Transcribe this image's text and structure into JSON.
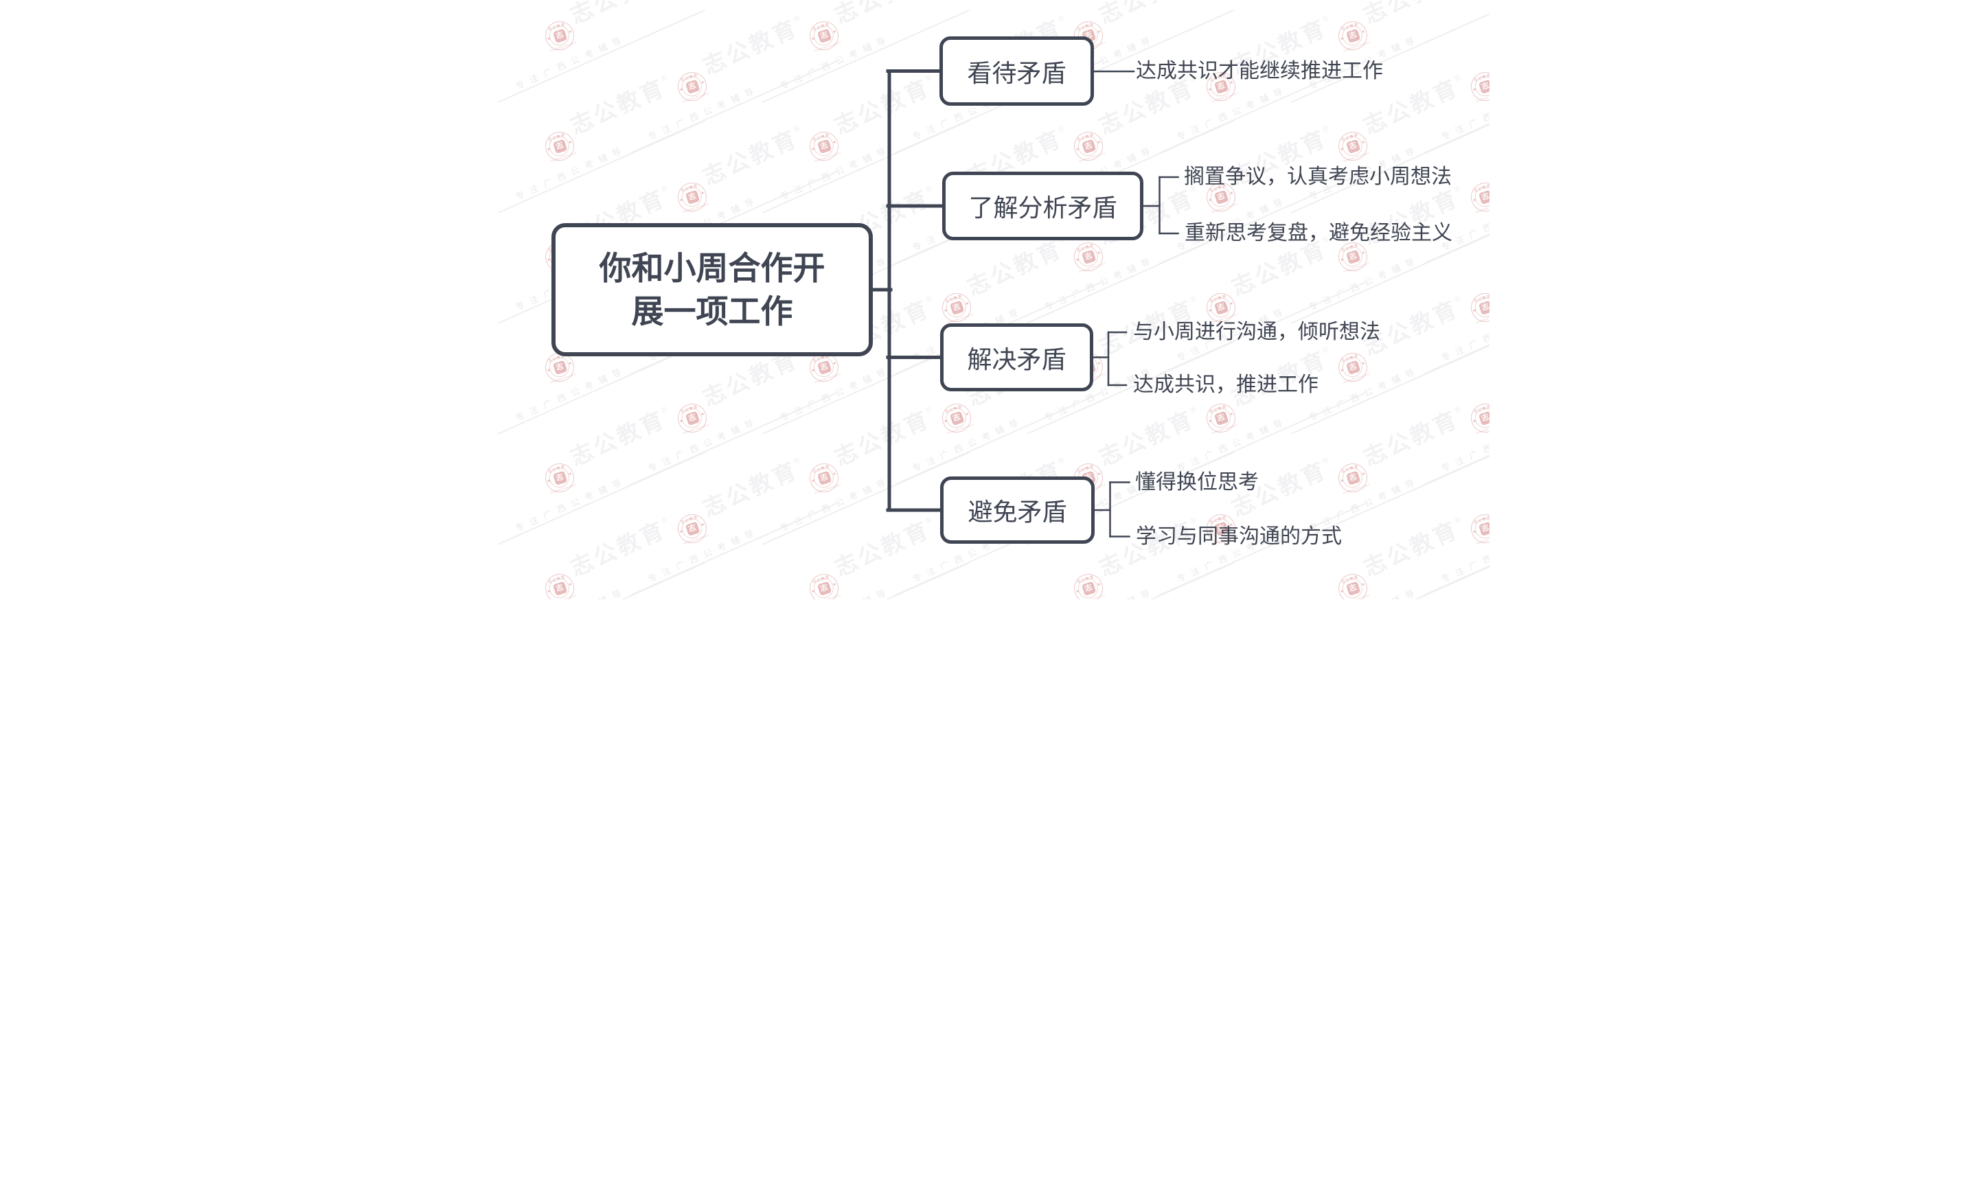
{
  "root": {
    "label": "你和小周合作开展一项工作",
    "lines": [
      "你和小周合作开",
      "展一项工作"
    ]
  },
  "branches": [
    {
      "label": "看待矛盾",
      "leaves": [
        "达成共识才能继续推进工作"
      ]
    },
    {
      "label": "了解分析矛盾",
      "leaves": [
        "搁置争议，认真考虑小周想法",
        "重新思考复盘，避免经验主义"
      ]
    },
    {
      "label": "解决矛盾",
      "leaves": [
        "与小周进行沟通，倾听想法",
        "达成共识，推进工作"
      ]
    },
    {
      "label": "避免矛盾",
      "leaves": [
        "懂得换位思考",
        "学习与同事沟通的方式"
      ]
    }
  ],
  "watermark": {
    "brand": "志公教育",
    "reg_mark": "®",
    "tagline": "专注广西公考辅导",
    "seal_center_glyph": "志",
    "seal_arc_top": "志公教育",
    "seal_arc_bottom": "ZHIGONG EDUCATION SCHOOL",
    "star": "★"
  },
  "colors": {
    "ink": "#3f4552",
    "background": "#ffffff",
    "seal_red": "#c65c5c",
    "watermark_text": "#f2f2f4"
  }
}
